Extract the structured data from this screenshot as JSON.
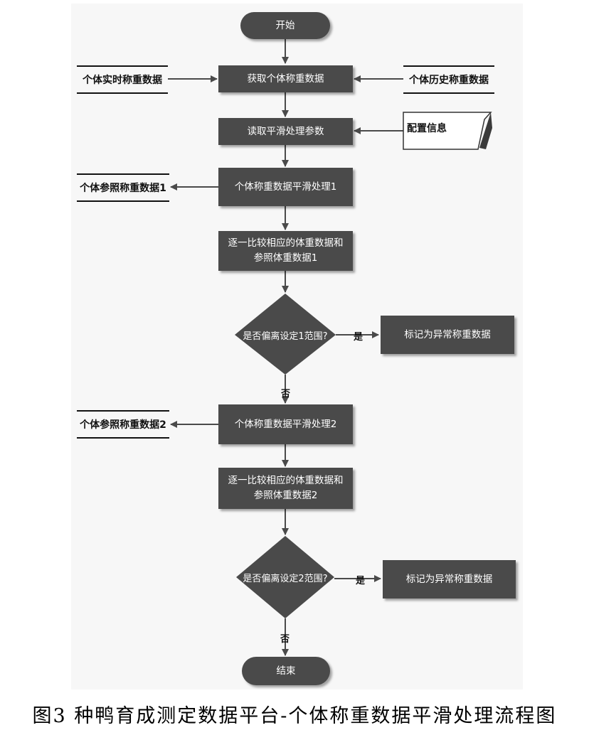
{
  "flowchart": {
    "start": "开始",
    "get_data": "获取个体称重数据",
    "read_params": "读取平滑处理参数",
    "smooth1": "个体称重数据平滑处理1",
    "compare1": "逐一比较相应的体重数据和参照体重数据1",
    "decision1": "是否偏离设定1范围?",
    "mark1": "标记为异常称重数据",
    "smooth2": "个体称重数据平滑处理2",
    "compare2": "逐一比较相应的体重数据和参照体重数据2",
    "decision2": "是否偏离设定2范围?",
    "mark2": "标记为异常称重数据",
    "end": "结束"
  },
  "stores": {
    "realtime": "个体实时称重数据",
    "history": "个体历史称重数据",
    "config": "配置信息",
    "ref1": "个体参照称重数据1",
    "ref2": "个体参照称重数据2"
  },
  "edge_labels": {
    "yes1": "是",
    "no1": "否",
    "yes2": "是",
    "no2": "否"
  },
  "caption": "图3 种鸭育成测定数据平台-个体称重数据平滑处理流程图",
  "colors": {
    "node_fill": "#4a4a4a",
    "node_text": "#ffffff",
    "arrow": "#4a4a4a",
    "background": "#ffffff"
  }
}
